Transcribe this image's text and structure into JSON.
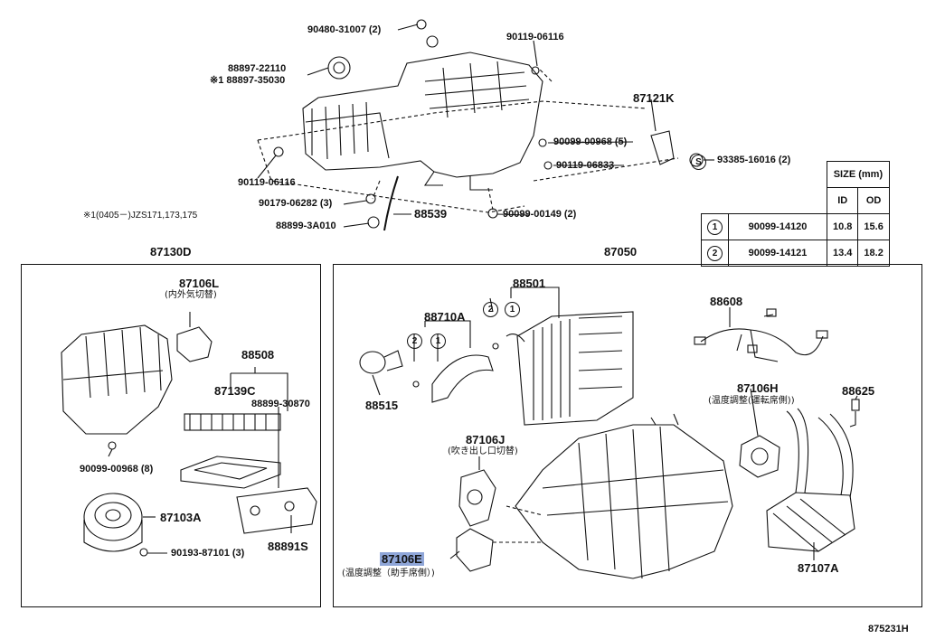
{
  "top_labels": {
    "p90480": "90480-31007 (2)",
    "p90119a": "90119-06116",
    "p88897a": "88897-22110",
    "p88897b": "※1 88897-35030",
    "p87121K": "87121K",
    "p90099a": "90099-00968 (5)",
    "p90119b": "90119-06833",
    "p93385": "93385-16016 (2)",
    "p90119c": "90119-06116",
    "p90179": "90179-06282 (3)",
    "p88539": "88539",
    "p90099b": "90099-00149 (2)",
    "p88899a": "88899-3A010",
    "s_mark": "S"
  },
  "note": "※1(0405－)JZS171,173,175",
  "size_table": {
    "title": "SIZE (mm)",
    "col_id": "ID",
    "col_od": "OD",
    "rows": [
      {
        "mark": "1",
        "part": "90099-14120",
        "id": "10.8",
        "od": "15.6"
      },
      {
        "mark": "2",
        "part": "90099-14121",
        "id": "13.4",
        "od": "18.2"
      }
    ]
  },
  "left_box": {
    "title": "87130D",
    "p87106L": "87106L",
    "p87106L_jp": "(内外気切替)",
    "p88508": "88508",
    "p87139C": "87139C",
    "p88899b": "88899-30870",
    "p90099c": "90099-00968 (8)",
    "p87103A": "87103A",
    "p88891S": "88891S",
    "p87193": "90193-87101 (3)"
  },
  "right_box": {
    "title": "87050",
    "p88501": "88501",
    "p88710A": "88710A",
    "p88515": "88515",
    "p88608": "88608",
    "p87106H": "87106H",
    "p87106H_jp": "(温度調整(運転席側))",
    "p88625": "88625",
    "p87106J": "87106J",
    "p87106J_jp": "(吹き出し口切替)",
    "p87106E": "87106E",
    "p87106E_jp": "(温度調整（助手席側）)",
    "p87107A": "87107A",
    "circle1": "1",
    "circle2": "2"
  },
  "diagram_id": "875231H"
}
